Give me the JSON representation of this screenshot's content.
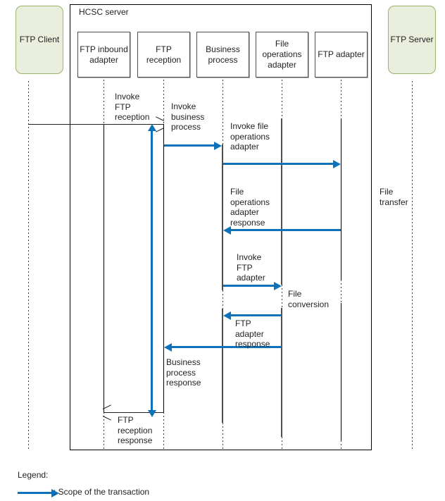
{
  "diagram": {
    "container": {
      "title": "HCSC server"
    },
    "external_actors": [
      {
        "id": "ftp-client",
        "label": "FTP\nClient"
      },
      {
        "id": "ftp-server",
        "label": "FTP\nServer"
      }
    ],
    "participants": [
      {
        "id": "ftp-inbound-adapter",
        "label": "FTP\ninbound\nadapter"
      },
      {
        "id": "ftp-reception",
        "label": "FTP\nreception"
      },
      {
        "id": "business-process",
        "label": "Business\nprocess"
      },
      {
        "id": "file-operations-adapter",
        "label": "File\noperations\nadapter"
      },
      {
        "id": "ftp-adapter",
        "label": "FTP\nadapter"
      }
    ],
    "messages": [
      {
        "id": "invoke-ftp-reception",
        "label": "Invoke\nFTP\nreception",
        "style": "black"
      },
      {
        "id": "invoke-business-process",
        "label": "Invoke\nbusiness\nprocess",
        "style": "blue"
      },
      {
        "id": "invoke-file-operations-adapter",
        "label": "Invoke file\noperations\nadapter",
        "style": "blue"
      },
      {
        "id": "file-operations-adapter-response",
        "label": "File\noperations\nadapter\nresponse",
        "style": "blue"
      },
      {
        "id": "invoke-ftp-adapter",
        "label": "Invoke\nFTP\nadapter",
        "style": "blue"
      },
      {
        "id": "file-conversion",
        "label": "File\nconversion",
        "style": "note"
      },
      {
        "id": "ftp-adapter-response",
        "label": "FTP\nadapter\nresponse",
        "style": "blue"
      },
      {
        "id": "business-process-response",
        "label": "Business\nprocess\nresponse",
        "style": "blue"
      },
      {
        "id": "ftp-reception-response",
        "label": "FTP\nreception\nresponse",
        "style": "black"
      },
      {
        "id": "file-transfer",
        "label": "File\ntransfer",
        "style": "note"
      }
    ],
    "legend": {
      "title": "Legend:",
      "entry_label": ": Scope of the transaction"
    },
    "colors": {
      "accent_blue": "#0d72b9",
      "actor_fill": "#eaeedc",
      "actor_border": "#9cb36a",
      "line_black": "#231f20",
      "lifeline_gray": "#4d4d4d"
    }
  }
}
